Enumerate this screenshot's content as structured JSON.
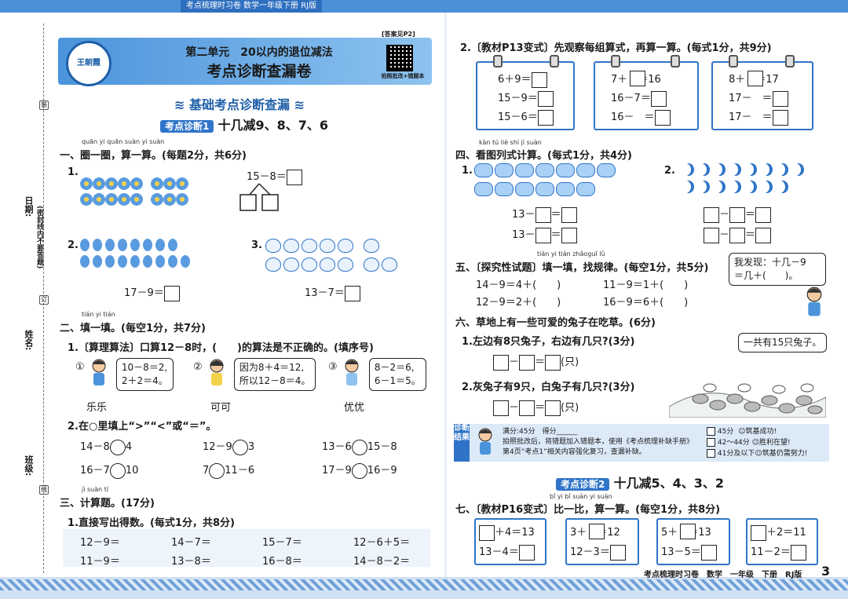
{
  "top_banner": "考点梳理时习卷 数学一年级下册 RJ版",
  "answer_ref": "[答案见P2]",
  "logo_text": "王朝霞",
  "unit_title": "第二单元　20以内的退位减法",
  "paper_title": "考点诊断查漏卷",
  "qr_caption": "拍照批改+错题本",
  "margin_labels": {
    "date": "日期:",
    "seal": "(密封线内不要答题)",
    "name": "姓名:",
    "class": "班级:"
  },
  "binder_marks": [
    "装",
    "订",
    "线"
  ],
  "section_basic": "基础考点诊断查漏",
  "diag1": {
    "badge": "考点诊断1",
    "text": "十几减9、8、7、6"
  },
  "q1": {
    "pinyin": "quān yi quān suàn yi suàn",
    "title": "一、圈一圈，算一算。(每题2分，共6分)",
    "n1": "1.",
    "n2": "2.",
    "n3": "3.",
    "eq1": "15－8＝",
    "eq2": "17－9＝",
    "eq3": "13－7＝"
  },
  "q2": {
    "pinyin": "tián yi tián",
    "title": "二、填一填。(每空1分，共7分)",
    "p1": "1.〔算理算法〕口算12－8时，(　　)的算法是不正确的。(填序号)",
    "opts": [
      {
        "mark": "①",
        "line1": "10－8＝2,",
        "line2": "2＋2＝4。",
        "name": "乐乐"
      },
      {
        "mark": "②",
        "line1": "因为8＋4＝12,",
        "line2": "所以12－8＝4。",
        "name": "可可"
      },
      {
        "mark": "③",
        "line1": "8－2＝6,",
        "line2": "6－1＝5。",
        "name": "优优"
      }
    ],
    "p2": "2.在○里填上“>”“<”或“＝”。",
    "comps": [
      [
        "14－8",
        "4"
      ],
      [
        "12－9",
        "3"
      ],
      [
        "13－6",
        "15－8"
      ],
      [
        "16－7",
        "10"
      ],
      [
        "7",
        "11－6"
      ],
      [
        "17－9",
        "16－9"
      ]
    ]
  },
  "q3": {
    "pinyin": "jì suàn tí",
    "title": "三、计算题。(17分)",
    "p1": "1.直接写出得数。(每式1分，共8分)",
    "items": [
      "12－9＝",
      "14－7＝",
      "15－7＝",
      "12－6＋5＝",
      "11－9＝",
      "13－8＝",
      "16－8＝",
      "14－8－2＝"
    ]
  },
  "q_r2": {
    "title": "2.〔教材P13变式〕先观察每组算式，再算一算。(每式1分，共9分)",
    "cards": [
      [
        "6＋9＝",
        "15－9＝",
        "15－6＝"
      ],
      [
        "7＋　＝16",
        "16－7＝",
        "16－　＝"
      ],
      [
        "8＋　＝17",
        "17－　＝",
        "17－　＝"
      ]
    ]
  },
  "q4": {
    "pinyin": "kàn tú liè shì jì suàn",
    "title": "四、看图列式计算。(每式1分，共4分)",
    "n1": "1.",
    "n2": "2.",
    "pre": "13－"
  },
  "q5": {
    "pinyin": "tián yi tián zhǎoguī lǜ",
    "title": "五、〔探究性试题〕填一填，找规律。(每空1分，共5分)",
    "items": [
      "14－9＝4＋(　　)",
      "11－9＝1＋(　　)",
      "12－9＝2＋(　　)",
      "16－9＝6＋(　　)"
    ],
    "bubble1": "我发现：十几－9",
    "bubble2": "＝几＋(　　)。"
  },
  "q6": {
    "title": "六、草地上有一些可爱的兔子在吃草。(6分)",
    "p1": "1.左边有8只兔子，右边有几只?(3分)",
    "p2": "2.灰兔子有9只，白兔子有几只?(3分)",
    "bubble": "一共有15只兔子。",
    "unit": "(只)"
  },
  "result": {
    "tag": "诊断结果",
    "line1": "满分:45分　得分______",
    "line2": "拍照批改后，将错题加入错题本，使用《考点梳理补缺手册》",
    "line3": "第4页“考点1”相关内容强化复习，查漏补缺。",
    "grades": [
      [
        "45分",
        "筑基成功!"
      ],
      [
        "42～44分",
        "胜利在望!"
      ],
      [
        "41分及以下",
        "筑基仍需努力!"
      ]
    ]
  },
  "diag2": {
    "badge": "考点诊断2",
    "text": "十几减5、4、3、2"
  },
  "q7": {
    "pinyin": "bǐ yi bǐ suàn yi suàn",
    "title": "七、〔教材P16变式〕比一比，算一算。(每空1分，共8分)",
    "cards": [
      [
        "＋4＝13",
        "13－4＝"
      ],
      [
        "3＋　＝12",
        "12－3＝"
      ],
      [
        "5＋　＝13",
        "13－5＝"
      ],
      [
        "＋2＝11",
        "11－2＝"
      ]
    ]
  },
  "footer": "考点梳理时习卷　数学　一年级　下册　RJ版",
  "page_number": "3"
}
